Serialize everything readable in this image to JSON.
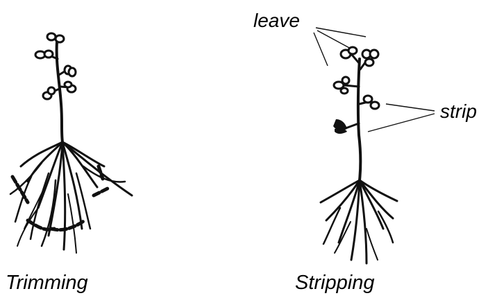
{
  "captions": {
    "left": "Trimming",
    "right": "Stripping"
  },
  "callouts": {
    "leave": "leave",
    "strip": "strip"
  }
}
